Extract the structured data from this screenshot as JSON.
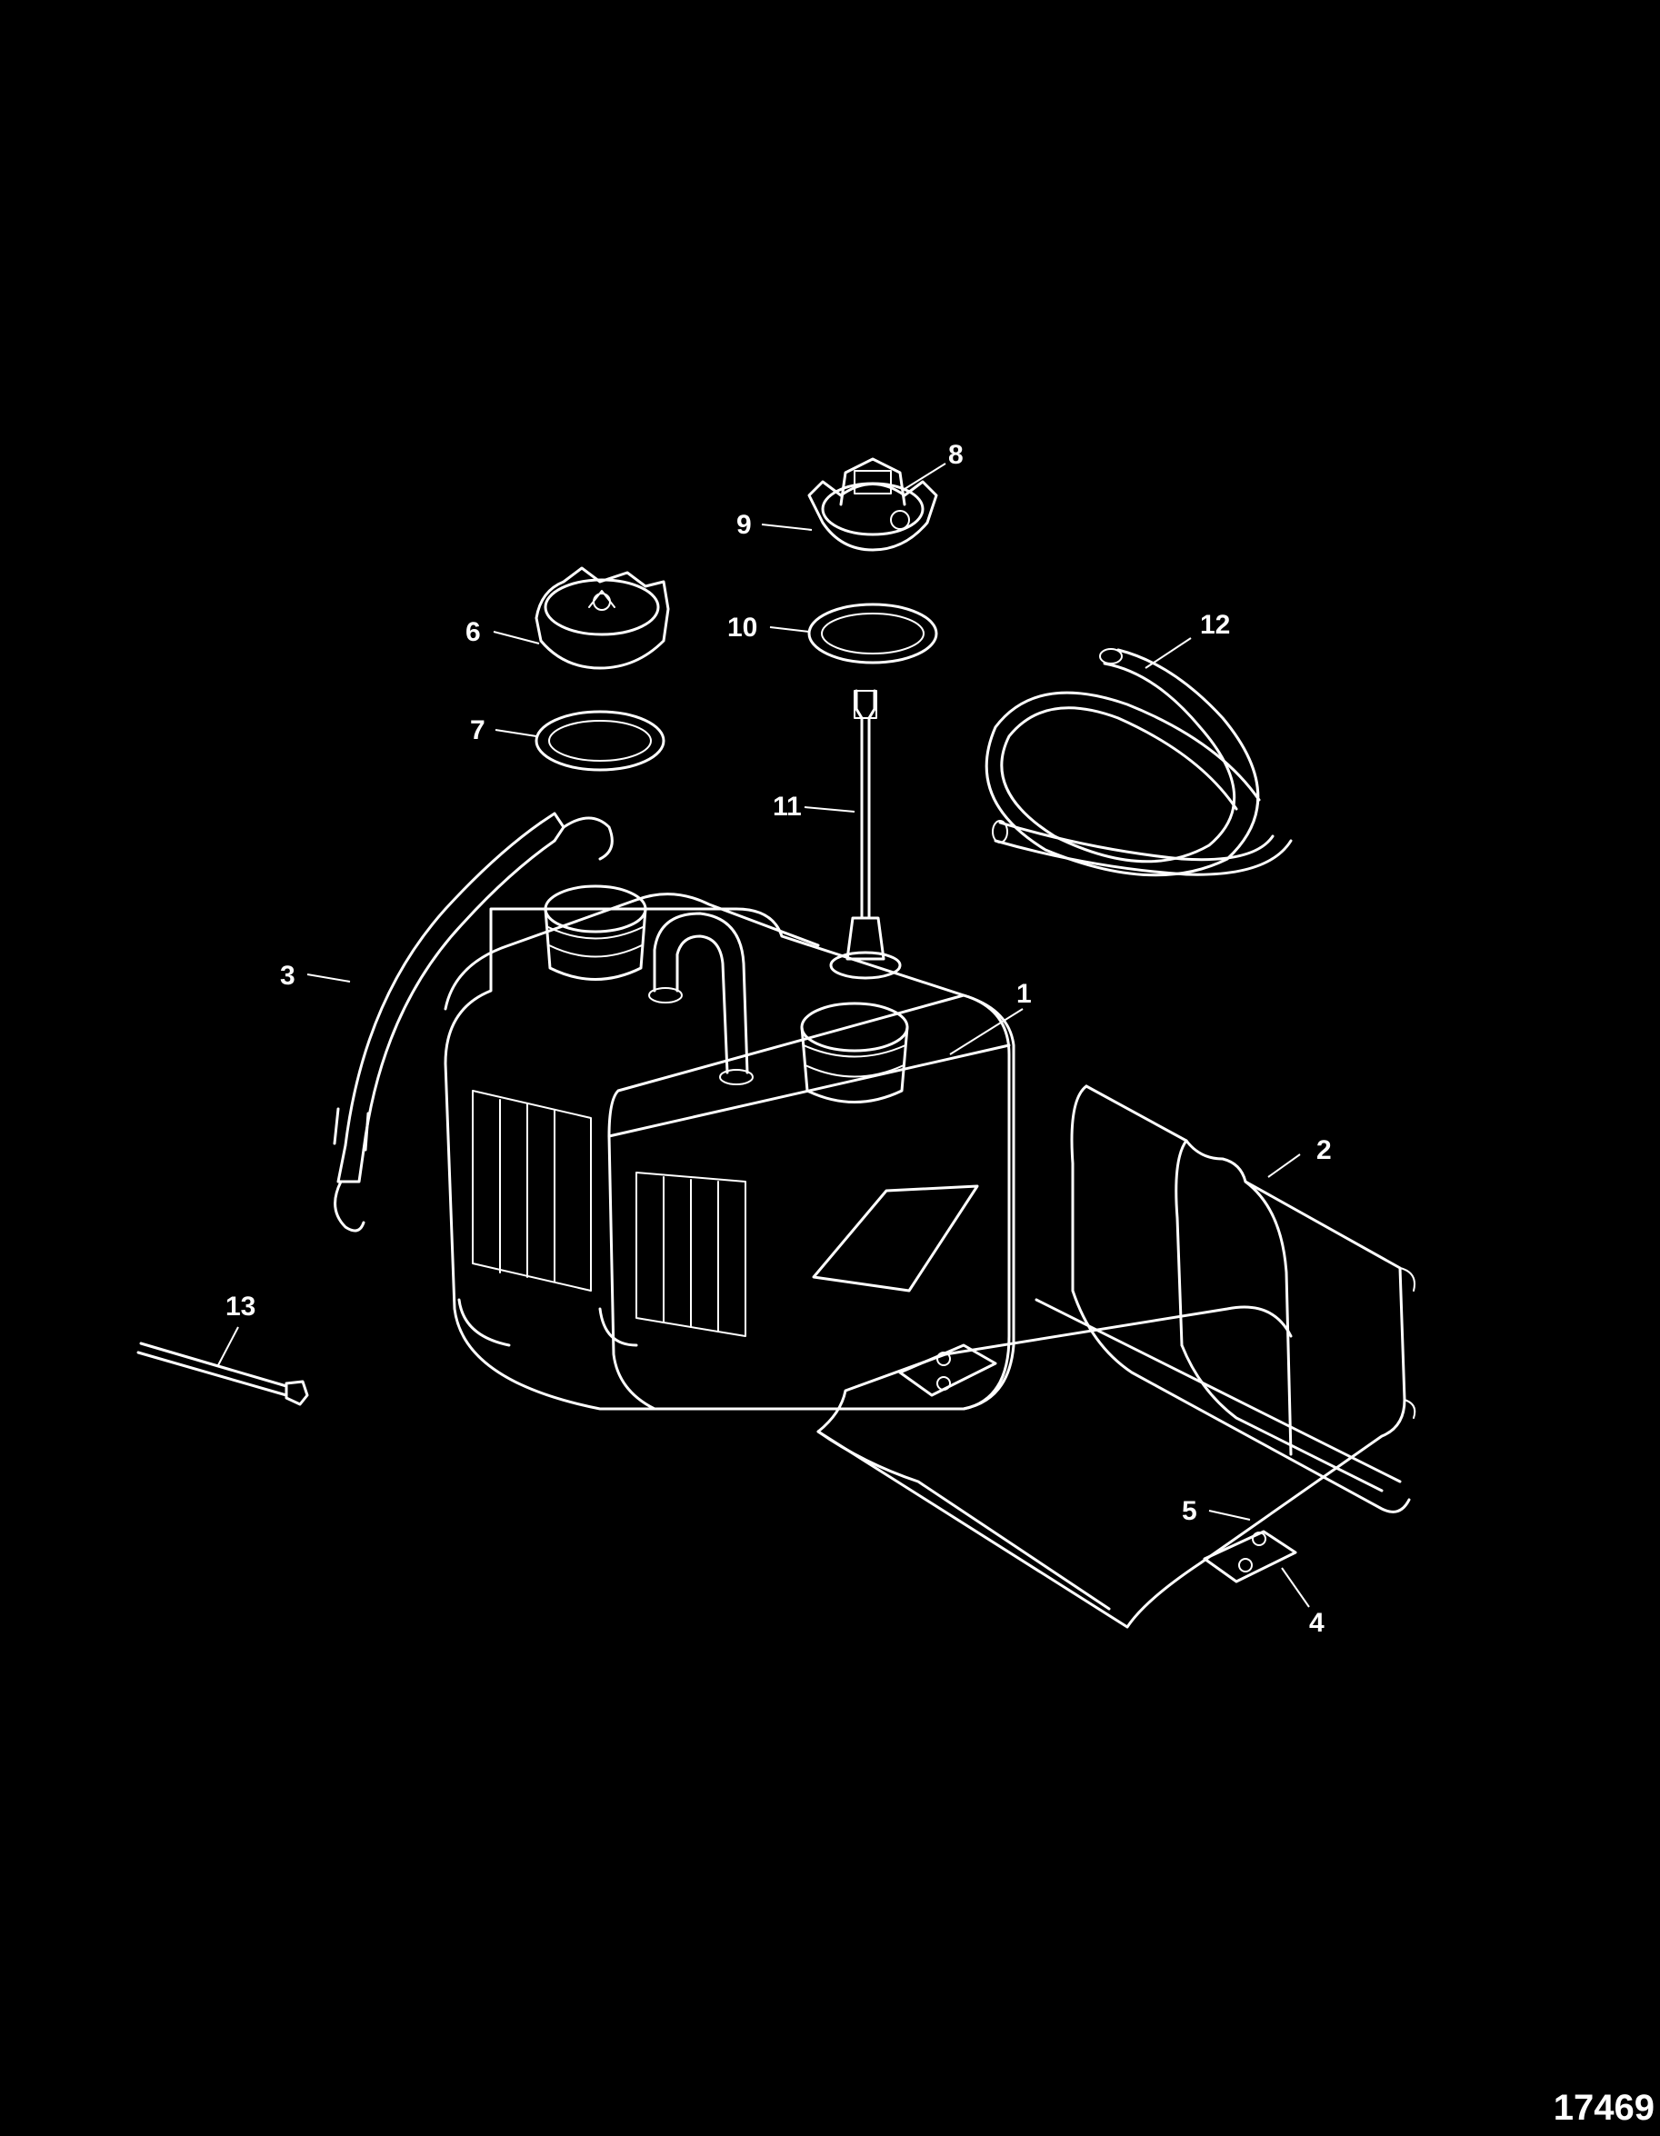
{
  "diagram": {
    "figure_number": "17469",
    "callouts": [
      {
        "id": "1",
        "label": "1"
      },
      {
        "id": "2",
        "label": "2"
      },
      {
        "id": "3",
        "label": "3"
      },
      {
        "id": "4",
        "label": "4"
      },
      {
        "id": "5",
        "label": "5"
      },
      {
        "id": "6",
        "label": "6"
      },
      {
        "id": "7",
        "label": "7"
      },
      {
        "id": "8",
        "label": "8"
      },
      {
        "id": "9",
        "label": "9"
      },
      {
        "id": "10",
        "label": "10"
      },
      {
        "id": "11",
        "label": "11"
      },
      {
        "id": "12",
        "label": "12"
      },
      {
        "id": "13",
        "label": "13"
      }
    ],
    "colors": {
      "background": "#000000",
      "line": "#ffffff"
    }
  }
}
